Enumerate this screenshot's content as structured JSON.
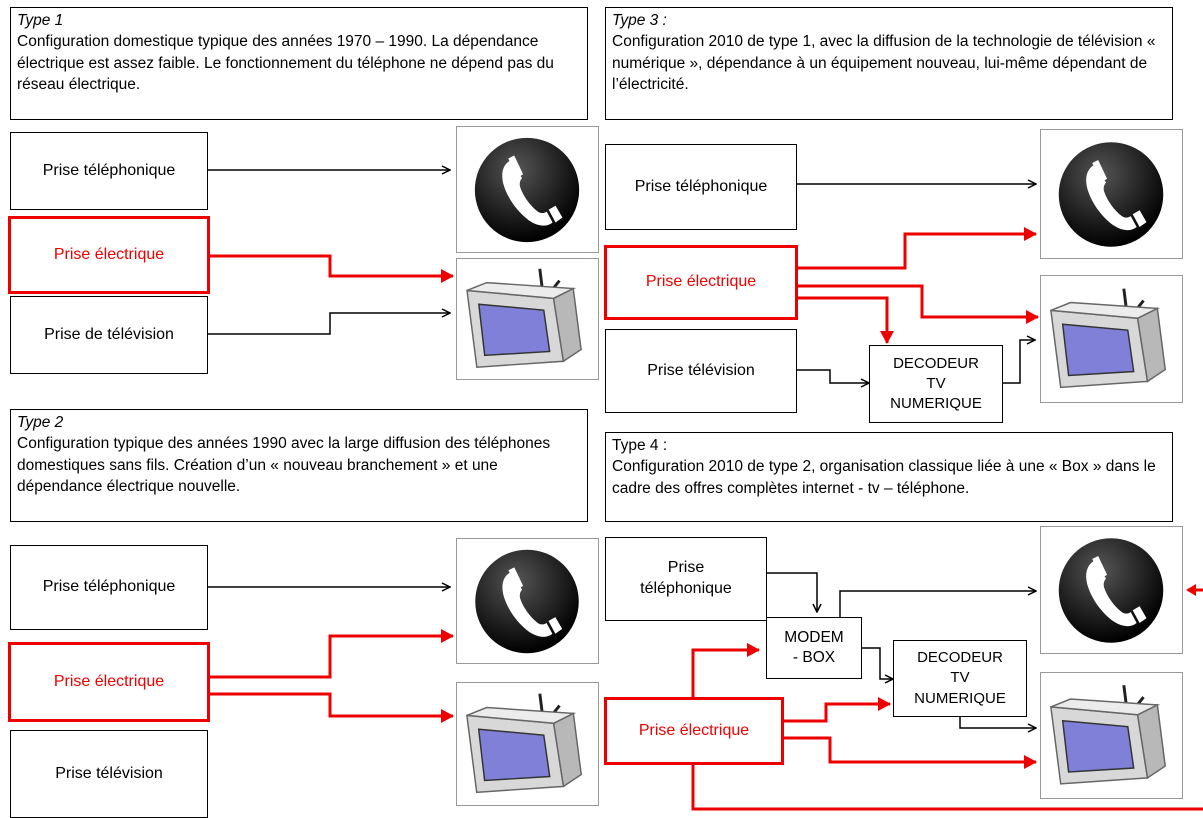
{
  "colors": {
    "power": "#e00000",
    "signal": "#000000"
  },
  "type1": {
    "title": "Type 1",
    "text": "Configuration domestique typique des années 1970 – 1990. La dépendance électrique est assez faible. Le fonctionnement du téléphone ne dépend  pas du réseau électrique.",
    "phone_outlet": "Prise téléphonique",
    "power_outlet": "Prise électrique",
    "tv_outlet": "Prise de télévision"
  },
  "type2": {
    "title": "Type 2",
    "text": "Configuration typique des années 1990 avec la large diffusion des téléphones domestiques sans fils. Création d’un « nouveau branchement » et une dépendance électrique nouvelle.",
    "phone_outlet": "Prise téléphonique",
    "power_outlet": "Prise électrique",
    "tv_outlet": "Prise télévision"
  },
  "type3": {
    "title": "Type 3 :",
    "text": "Configuration 2010 de type 1, avec la diffusion de la technologie de télévision « numérique », dépendance à un équipement nouveau, lui-même dépendant de l’électricité.",
    "phone_outlet": "Prise téléphonique",
    "power_outlet": "Prise électrique",
    "tv_outlet": "Prise télévision",
    "decoder_line1": "DECODEUR",
    "decoder_line2": "TV",
    "decoder_line3": "NUMERIQUE"
  },
  "type4": {
    "title": "Type 4 :",
    "text": "Configuration 2010 de type 2, organisation classique liée à une « Box » dans le cadre des offres complètes internet - tv – téléphone.",
    "phone_outlet_line1": "Prise",
    "phone_outlet_line2": "téléphonique",
    "modem_line1": "MODEM",
    "modem_line2": "-  BOX",
    "decoder_line1": "DECODEUR",
    "decoder_line2": "TV",
    "decoder_line3": "NUMERIQUE",
    "power_outlet": "Prise électrique"
  },
  "icons": {
    "phone": "telephone-icon",
    "tv": "television-icon"
  }
}
